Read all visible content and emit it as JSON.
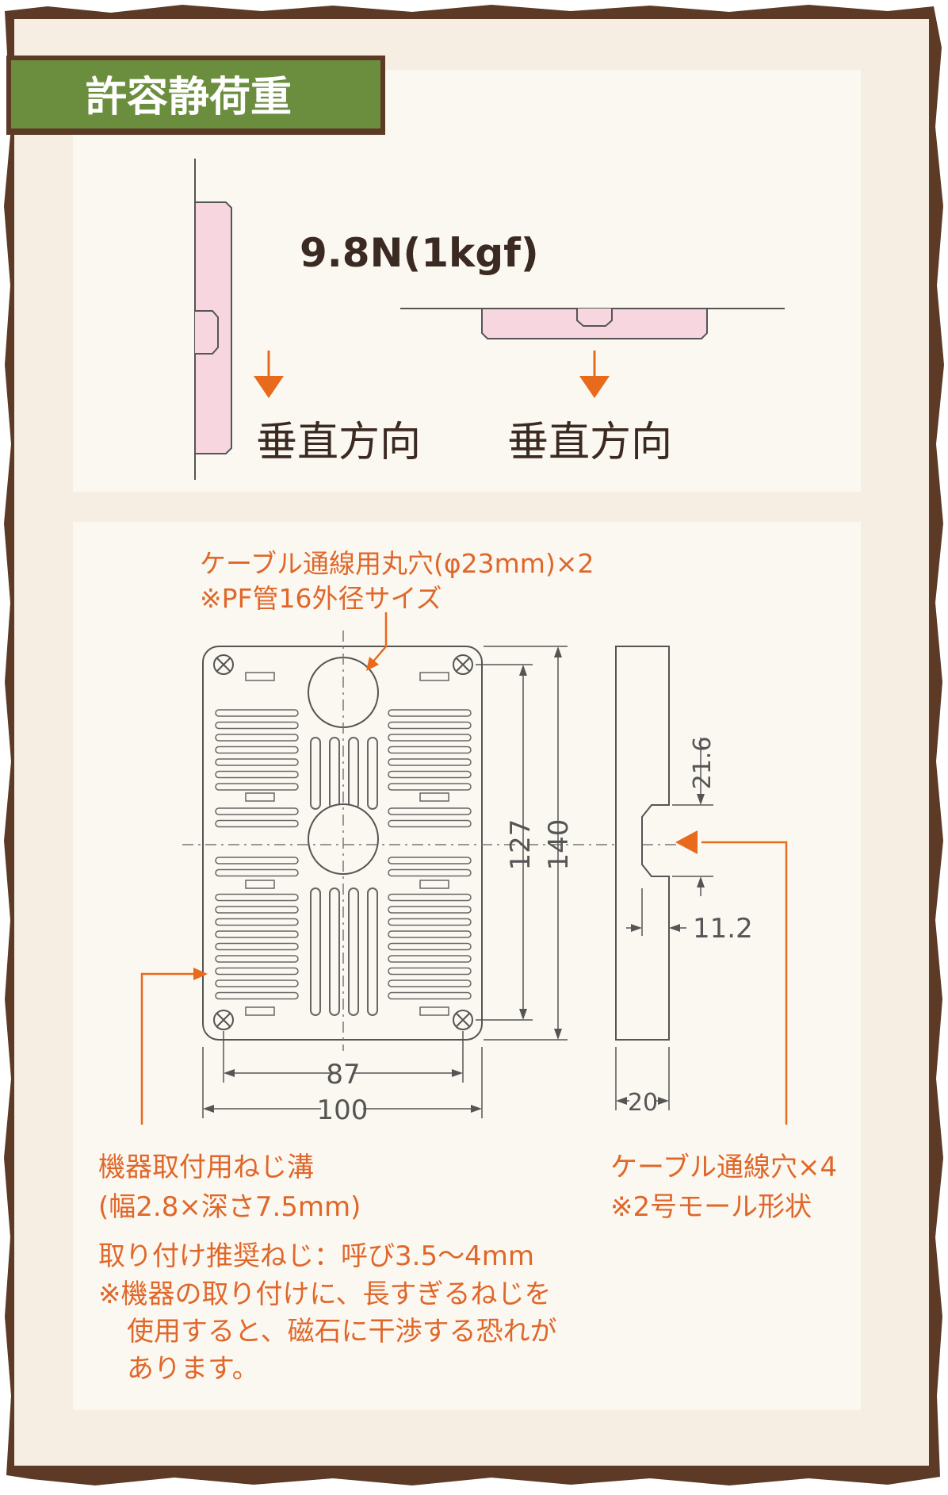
{
  "header": {
    "title": "許容静荷重"
  },
  "load": {
    "value": "9.8N(1kgf)",
    "direction_left": "垂直方向",
    "direction_right": "垂直方向"
  },
  "callouts": {
    "cable_hole_line1": "ケーブル通線用丸穴(φ23mm)×2",
    "cable_hole_line2": "※PF管16外径サイズ",
    "screw_groove_line1": "機器取付用ねじ溝",
    "screw_groove_line2": "(幅2.8×深さ7.5mm)",
    "recommended_screw": "取り付け推奨ねじ：呼び3.5～4mm",
    "warning_line1": "※機器の取り付けに、長すぎるねじを",
    "warning_line2": "使用すると、磁石に干渉する恐れが",
    "warning_line3": "あります。",
    "cable_slot_line1": "ケーブル通線穴×4",
    "cable_slot_line2": "※2号モール形状"
  },
  "dimensions": {
    "width_inner": "87",
    "width_outer": "100",
    "height_inner": "127",
    "height_outer": "140",
    "side_depth": "20",
    "notch_height": "21.6",
    "notch_depth": "11.2"
  },
  "colors": {
    "frame_brown": "#5c3a26",
    "panel_bg": "#f6eee2",
    "inner_panel": "#fbf8f1",
    "title_green": "#6b8e3e",
    "pink_fill": "#f7d6e0",
    "arrow_orange": "#e86a1c",
    "callout_text": "#e0672a",
    "drawing_line": "#555555"
  }
}
